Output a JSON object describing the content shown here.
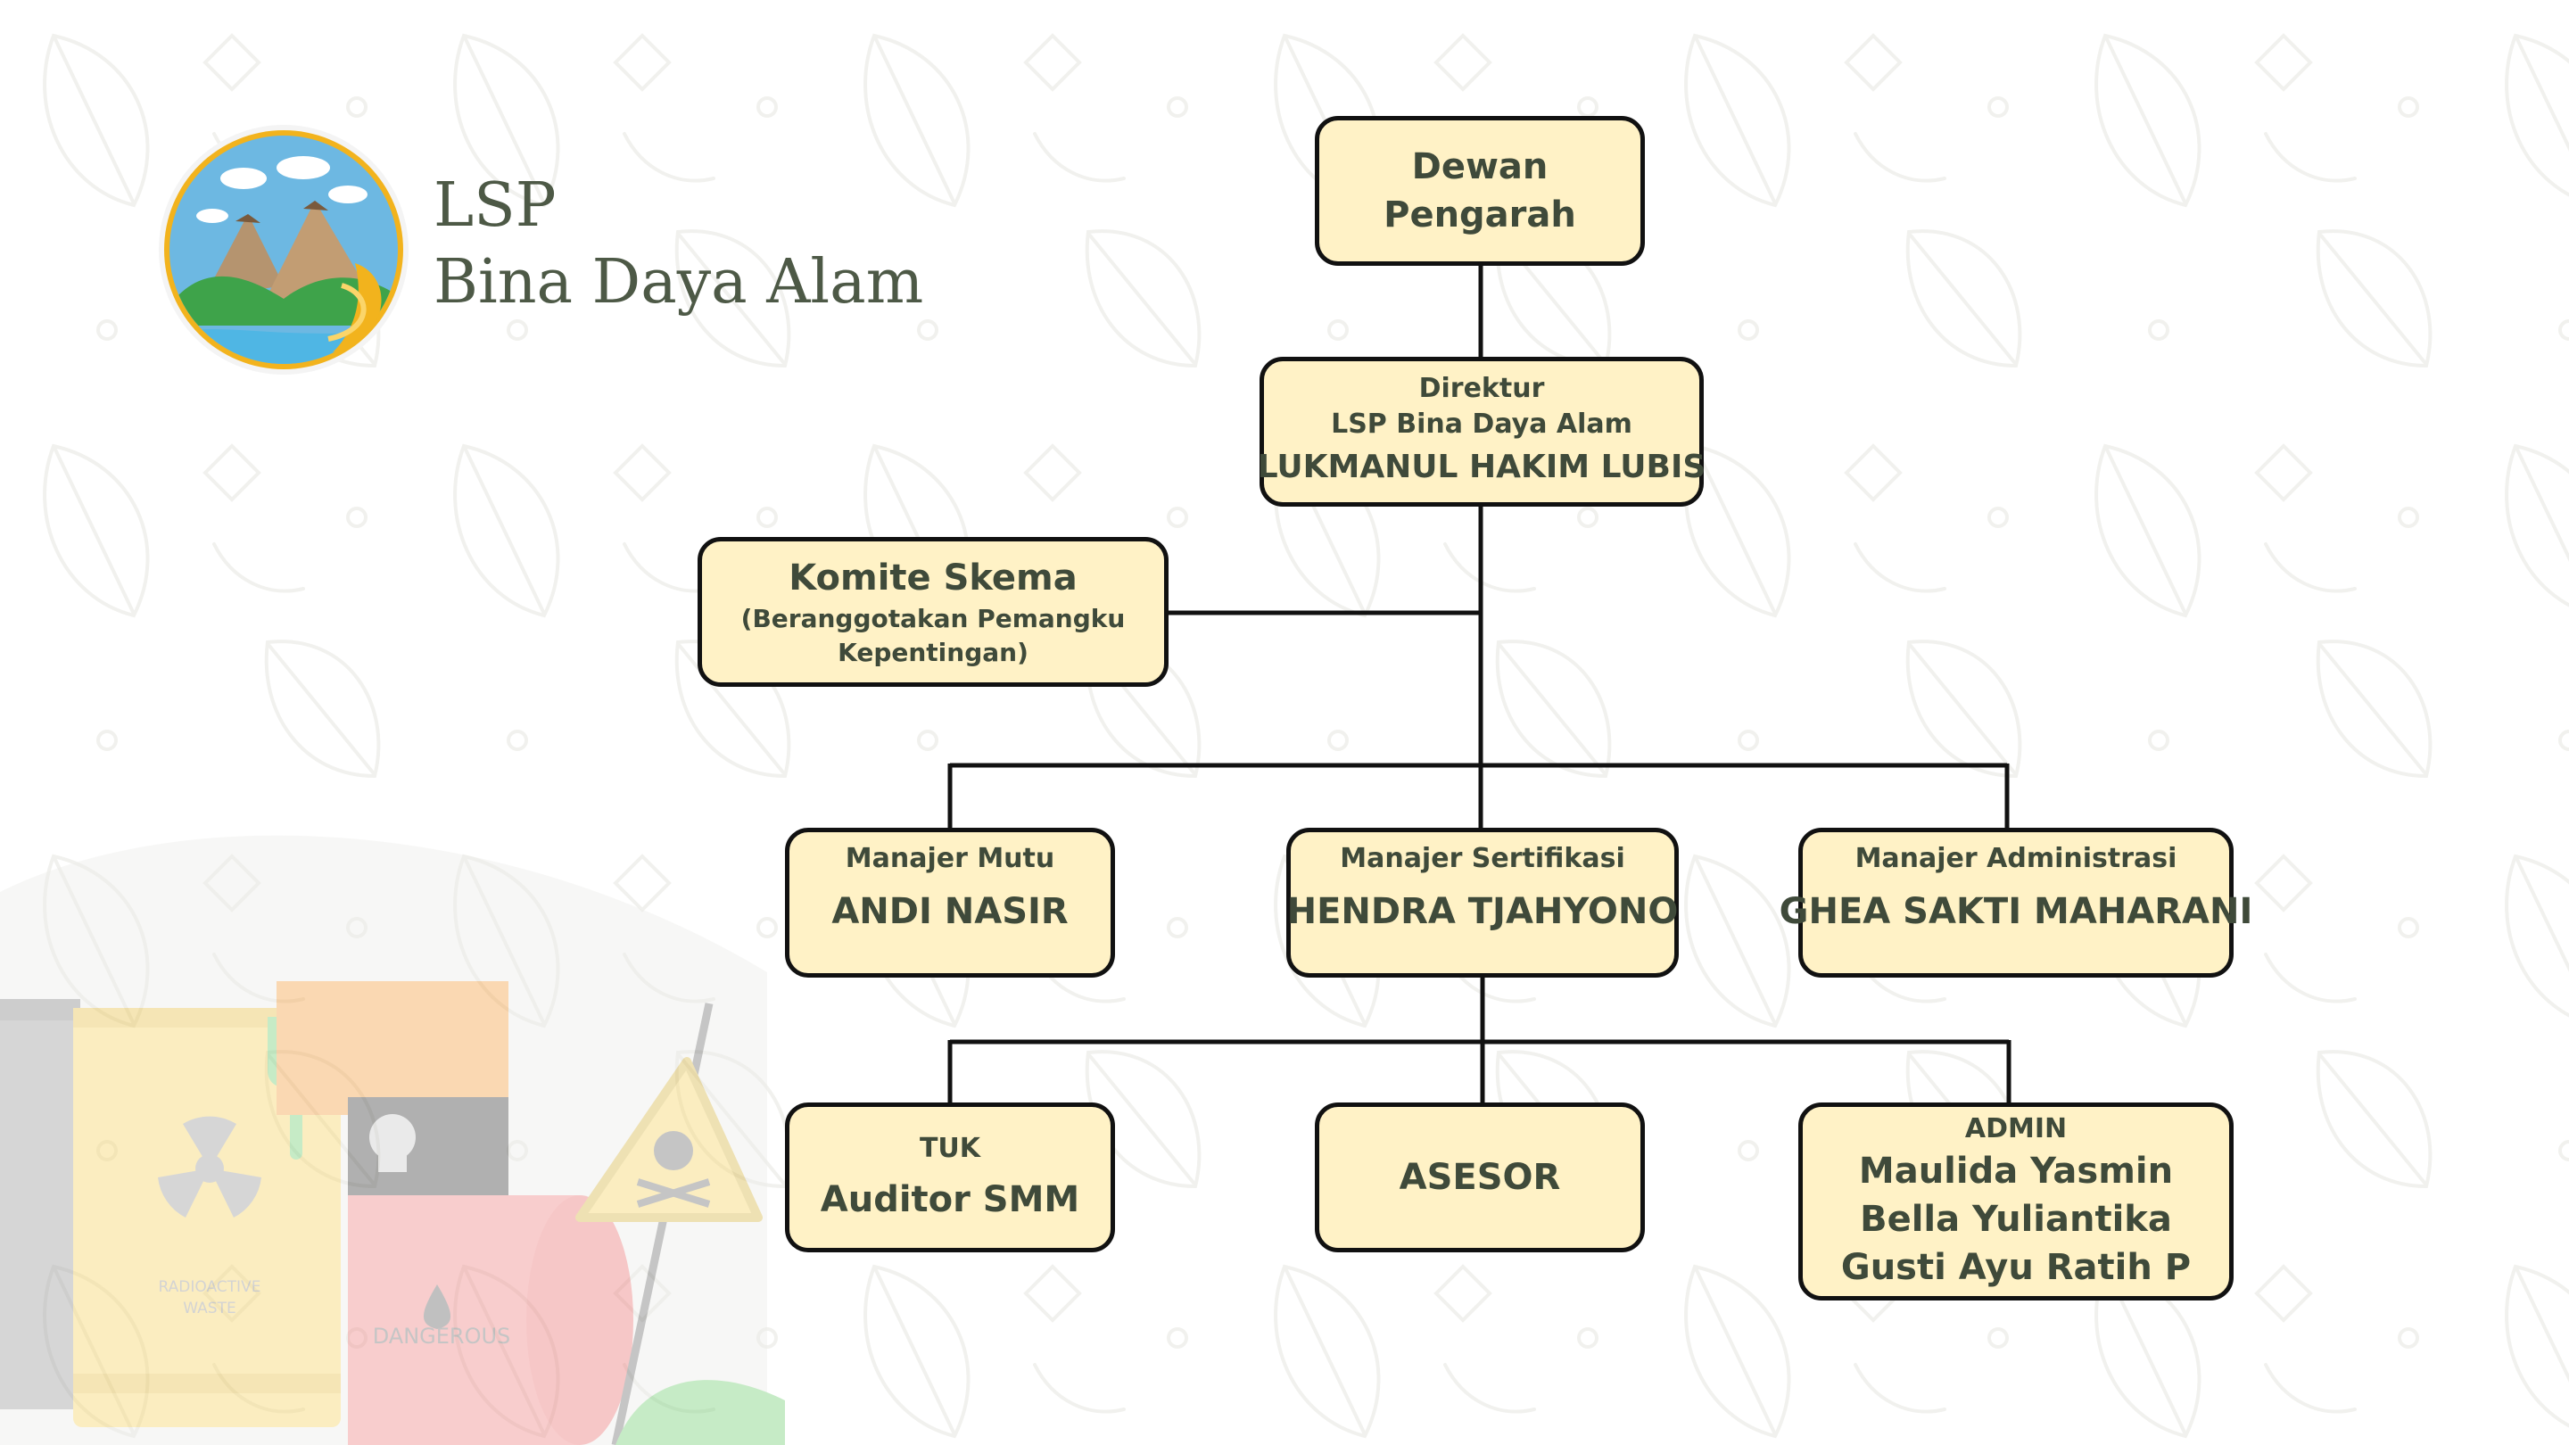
{
  "brand": {
    "logo_icon": "lsp-bina-daya-alam-logo",
    "line1": "LSP",
    "line2": "Bina Daya Alam"
  },
  "org": {
    "dewan": {
      "line1": "Dewan",
      "line2": "Pengarah"
    },
    "direktur": {
      "role": "Direktur",
      "org": "LSP Bina Daya Alam",
      "name": "LUKMANUL HAKIM LUBIS"
    },
    "komite": {
      "title": "Komite Skema",
      "note1": "(Beranggotakan Pemangku",
      "note2": "Kepentingan)"
    },
    "mutu": {
      "role": "Manajer Mutu",
      "name": "ANDI NASIR"
    },
    "sertifikasi": {
      "role": "Manajer Sertifikasi",
      "name": "HENDRA TJAHYONO"
    },
    "administrasi": {
      "role": "Manajer Administrasi",
      "name": "GHEA SAKTI MAHARANI"
    },
    "tuk": {
      "role": "TUK",
      "name": "Auditor SMM"
    },
    "asesor": {
      "name": "ASESOR"
    },
    "admin": {
      "role": "ADMIN",
      "members": [
        "Maulida Yasmin",
        "Bella Yuliantika",
        "Gusti Ayu Ratih P"
      ]
    }
  },
  "illustration": {
    "label_radioactive_1": "RADIOACTIVE",
    "label_radioactive_2": "WASTE",
    "label_dangerous": "DANGEROUS"
  },
  "colors": {
    "box_fill": "#fff2c6",
    "box_border": "#111111",
    "text": "#3f4a3a",
    "brand_text": "#4d5946"
  }
}
